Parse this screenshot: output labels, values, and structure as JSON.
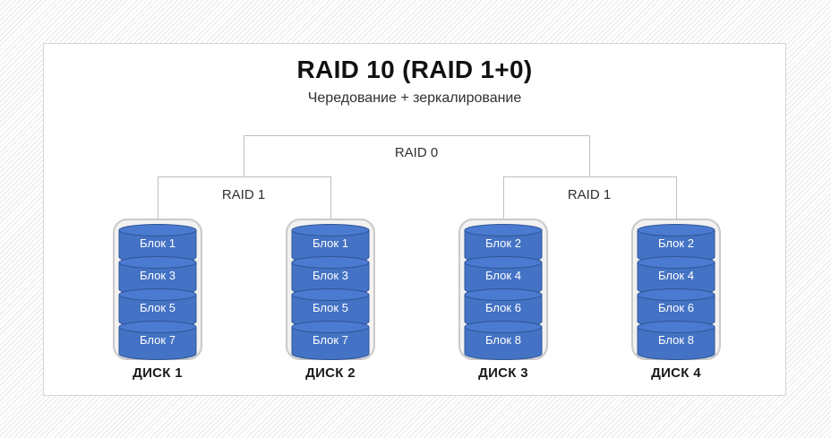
{
  "title": "RAID 10 (RAID 1+0)",
  "subtitle": "Чередование + зеркалирование",
  "tree": {
    "root": "RAID 0",
    "left_group": "RAID 1",
    "right_group": "RAID 1"
  },
  "disks": [
    {
      "label": "ДИСК 1",
      "blocks": [
        "Блок 1",
        "Блок 3",
        "Блок 5",
        "Блок 7"
      ]
    },
    {
      "label": "ДИСК 2",
      "blocks": [
        "Блок 1",
        "Блок 3",
        "Блок 5",
        "Блок 7"
      ]
    },
    {
      "label": "ДИСК 3",
      "blocks": [
        "Блок 2",
        "Блок 4",
        "Блок 6",
        "Блок 8"
      ]
    },
    {
      "label": "ДИСК 4",
      "blocks": [
        "Блок 2",
        "Блок 4",
        "Блок 6",
        "Блок 8"
      ]
    }
  ],
  "colors": {
    "cylinder_fill": "#4472C4",
    "cylinder_top_fill": "#4B7BD0",
    "cylinder_stroke": "#2F5597",
    "connector_line": "#BFBFBF",
    "disk_container_fill": "#F2F2F2",
    "disk_container_stroke": "#C9C9C9",
    "card_border": "#D4D4D4",
    "text": "#262626"
  }
}
